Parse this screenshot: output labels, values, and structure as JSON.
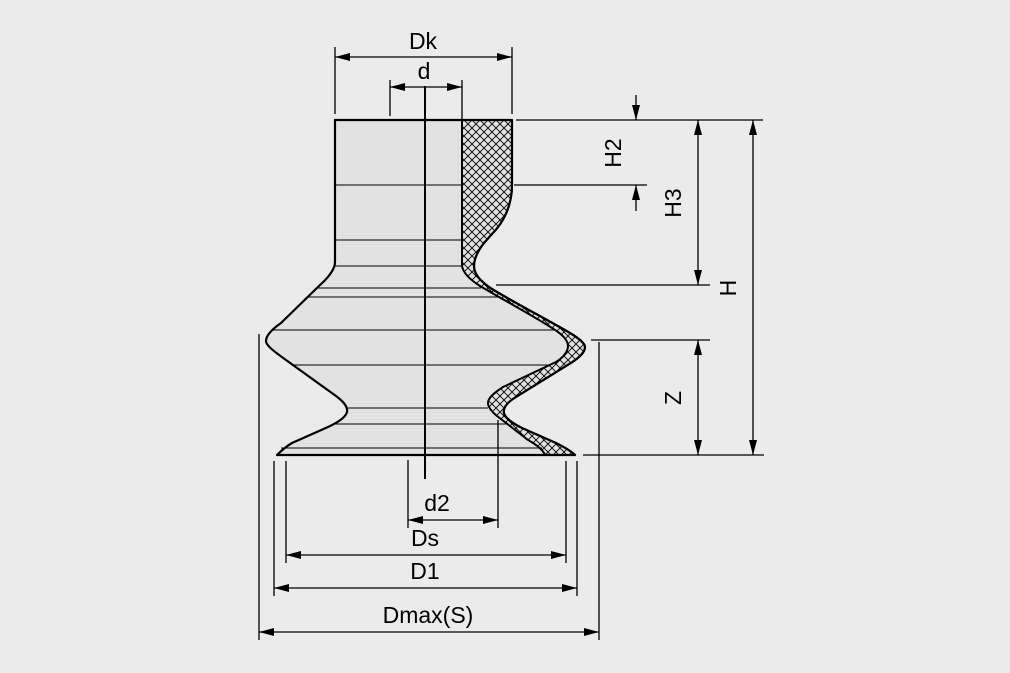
{
  "drawing": {
    "title": "bellows-suction-cup-cross-section",
    "labels": {
      "dk": "Dk",
      "d": "d",
      "h2": "H2",
      "h3": "H3",
      "h": "H",
      "z": "Z",
      "d2": "d2",
      "ds": "Ds",
      "d1": "D1",
      "dmax": "Dmax(S)"
    },
    "colors": {
      "background": "#ebebeb",
      "part_fill": "#e2e2e2",
      "line": "#000000"
    }
  }
}
